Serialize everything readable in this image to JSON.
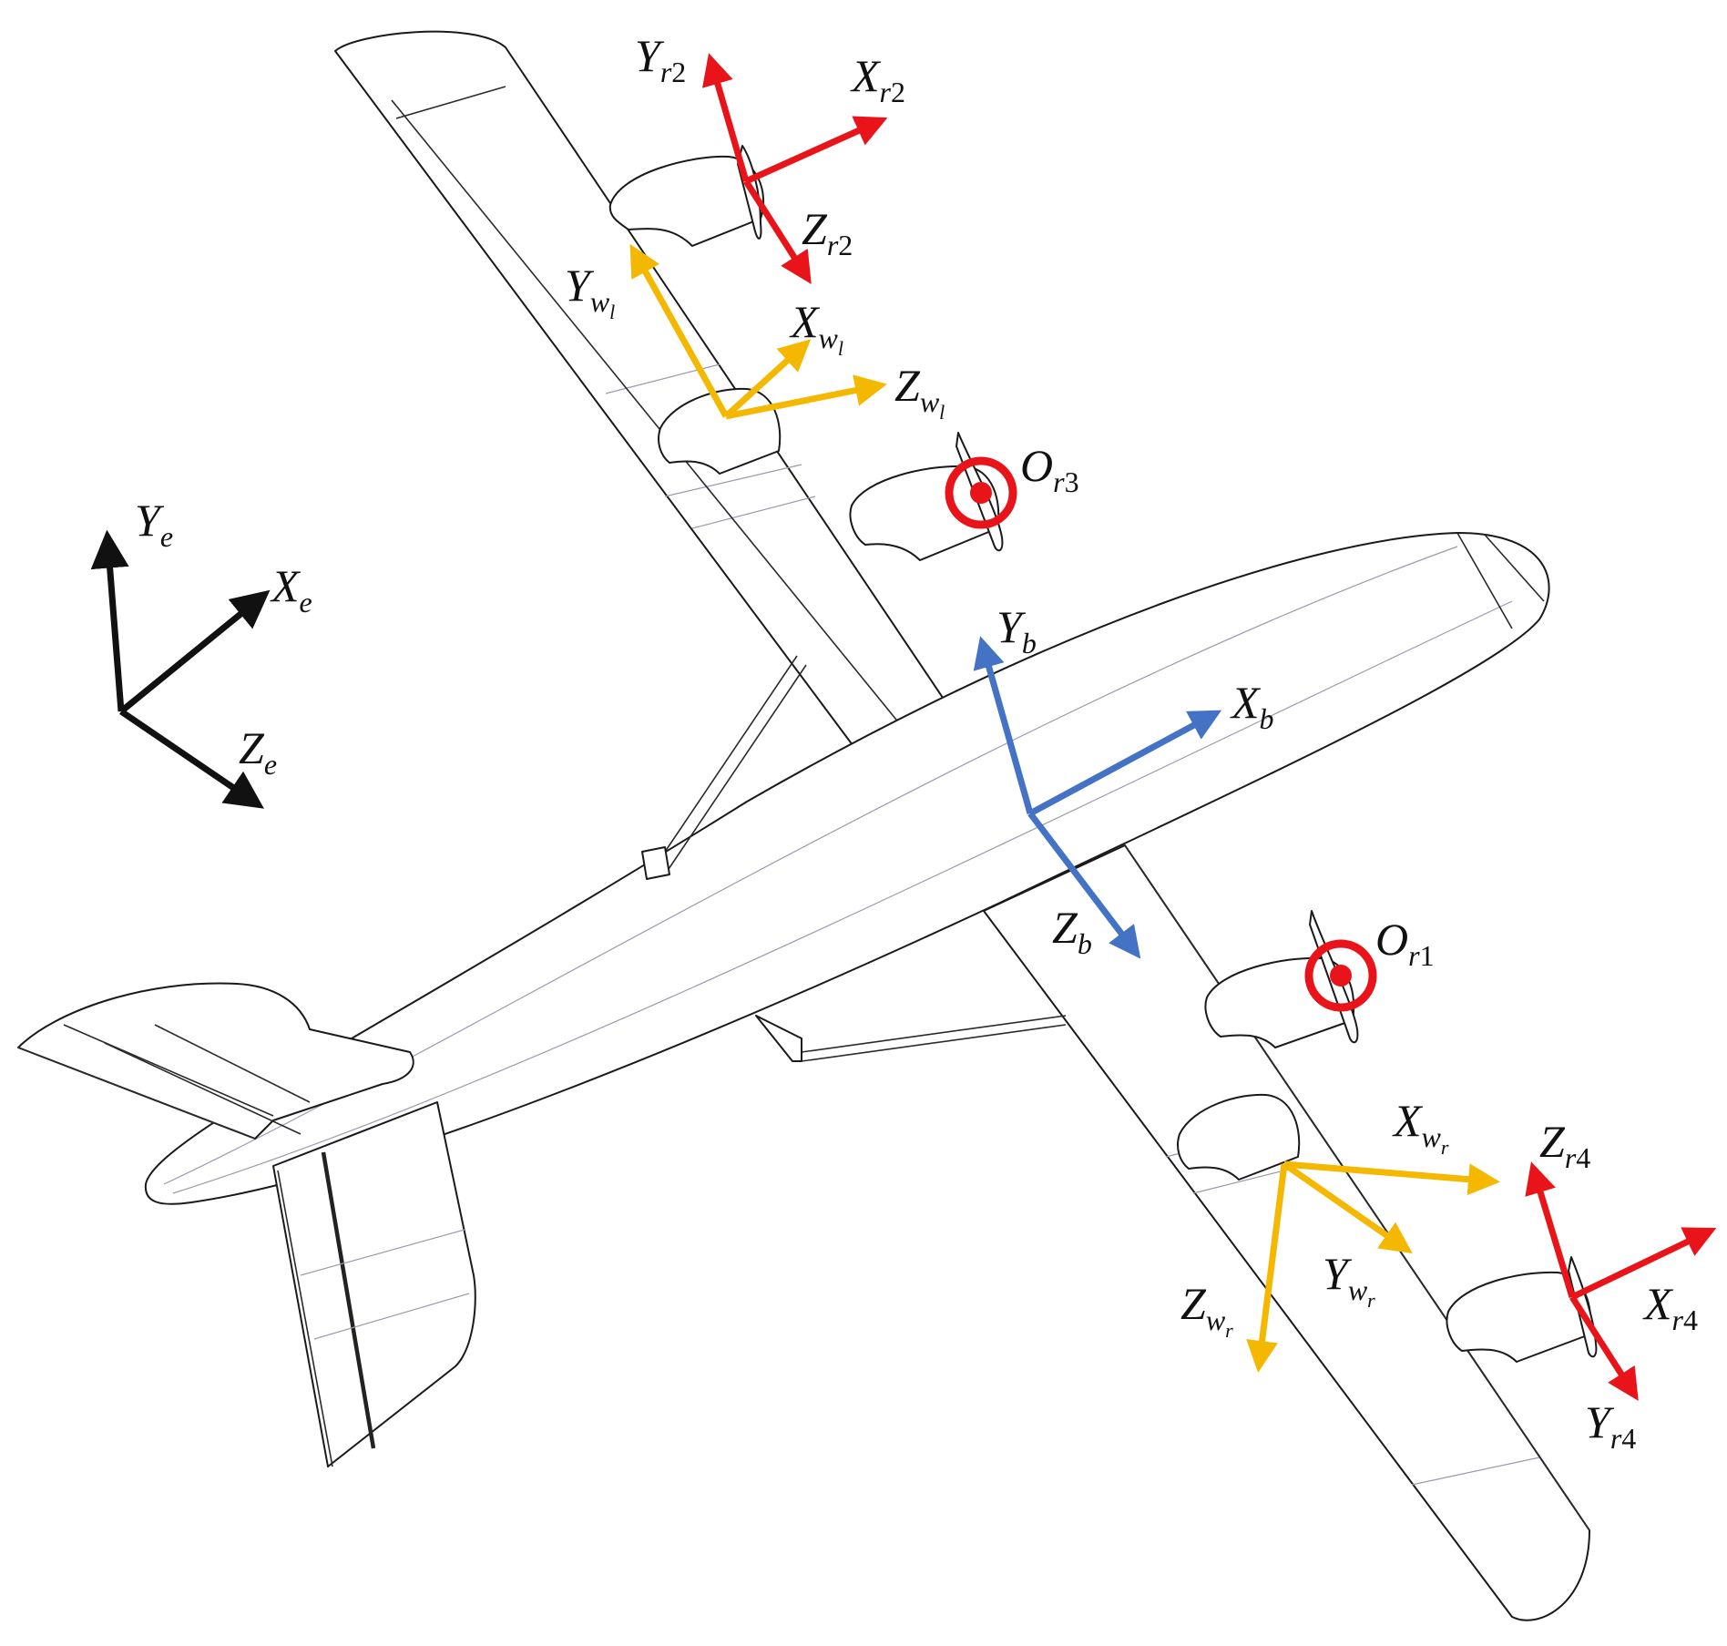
{
  "colors": {
    "earth_frame": "#111111",
    "body_frame": "#4472c4",
    "wing_frame": "#f5b800",
    "rotor_frame": "#e8141a",
    "airframe_line": "#1a1a1a"
  },
  "frames": {
    "earth": {
      "x": {
        "main": "X",
        "sub": "e"
      },
      "y": {
        "main": "Y",
        "sub": "e"
      },
      "z": {
        "main": "Z",
        "sub": "e"
      }
    },
    "body": {
      "x": {
        "main": "X",
        "sub": "b"
      },
      "y": {
        "main": "Y",
        "sub": "b"
      },
      "z": {
        "main": "Z",
        "sub": "b"
      }
    },
    "wing_left": {
      "x": {
        "main": "X",
        "sub": "w",
        "subsub": "l"
      },
      "y": {
        "main": "Y",
        "sub": "w",
        "subsub": "l"
      },
      "z": {
        "main": "Z",
        "sub": "w",
        "subsub": "l"
      }
    },
    "wing_right": {
      "x": {
        "main": "X",
        "sub": "w",
        "subsub": "r"
      },
      "y": {
        "main": "Y",
        "sub": "w",
        "subsub": "r"
      },
      "z": {
        "main": "Z",
        "sub": "w",
        "subsub": "r"
      }
    },
    "rotor2": {
      "x": {
        "main": "X",
        "sub": "r",
        "num": "2"
      },
      "y": {
        "main": "Y",
        "sub": "r",
        "num": "2"
      },
      "z": {
        "main": "Z",
        "sub": "r",
        "num": "2"
      }
    },
    "rotor4": {
      "x": {
        "main": "X",
        "sub": "r",
        "num": "4"
      },
      "y": {
        "main": "Y",
        "sub": "r",
        "num": "4"
      },
      "z": {
        "main": "Z",
        "sub": "r",
        "num": "4"
      }
    },
    "rotor1_origin": {
      "main": "O",
      "sub": "r",
      "num": "1"
    },
    "rotor3_origin": {
      "main": "O",
      "sub": "r",
      "num": "3"
    }
  }
}
